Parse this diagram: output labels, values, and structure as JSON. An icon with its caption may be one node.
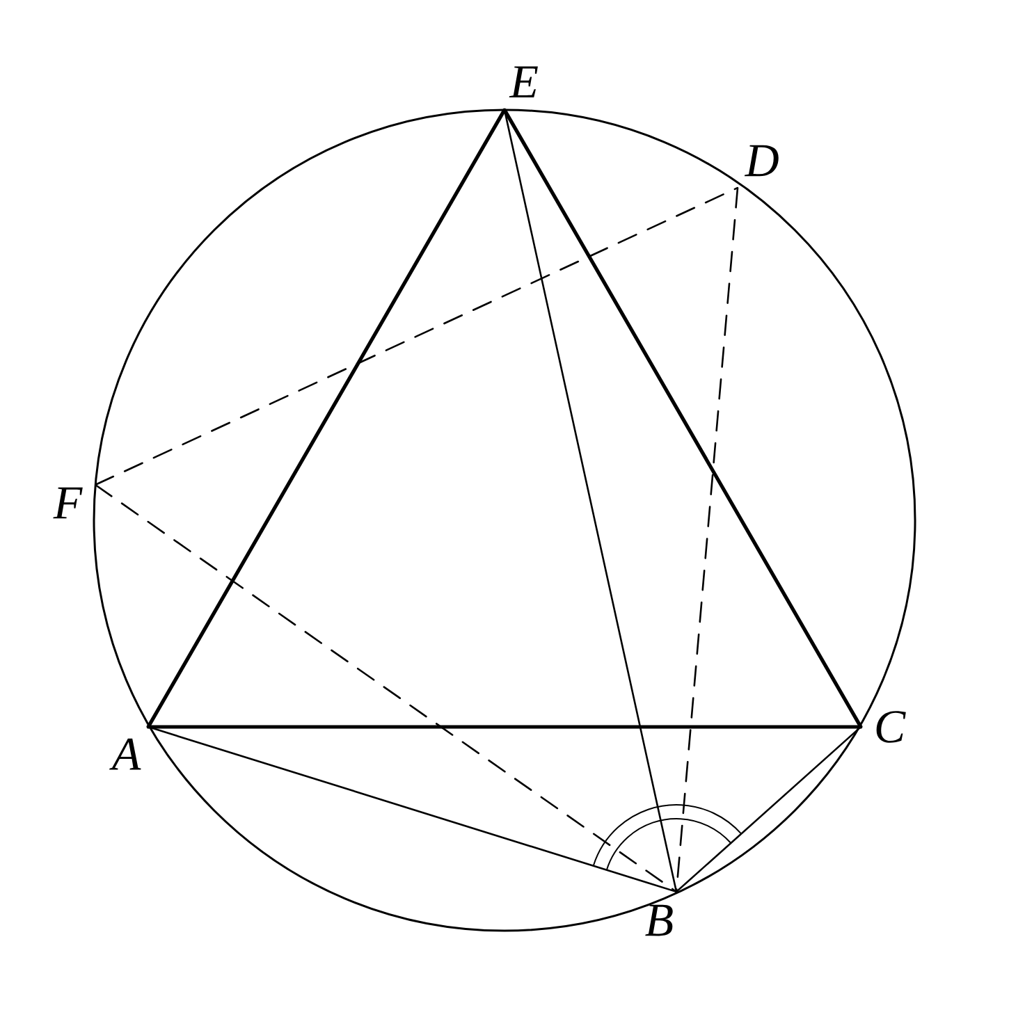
{
  "diagram": {
    "nodes": [
      {
        "text": [
          "E"
        ]
      },
      {
        "text": [
          "D"
        ]
      },
      {
        "text": [
          "F"
        ]
      },
      {
        "text": [
          "A"
        ]
      },
      {
        "text": [
          "C"
        ]
      },
      {
        "text": [
          "B"
        ]
      }
    ],
    "edges": [
      {
        "from": 3,
        "to": 0,
        "arrow": "none",
        "style": "thick"
      },
      {
        "from": 0,
        "to": 4,
        "arrow": "none",
        "style": "thick"
      },
      {
        "from": 3,
        "to": 4,
        "arrow": "none",
        "style": "thick"
      },
      {
        "from": 3,
        "to": 5,
        "arrow": "none"
      },
      {
        "from": 5,
        "to": 4,
        "arrow": "none"
      },
      {
        "from": 0,
        "to": 5,
        "arrow": "none"
      },
      {
        "from": 2,
        "to": 1,
        "arrow": "none",
        "style": "dashed"
      },
      {
        "from": 2,
        "to": 5,
        "arrow": "none",
        "style": "dashed"
      },
      {
        "from": 1,
        "to": 5,
        "arrow": "none",
        "style": "dashed"
      }
    ]
  }
}
